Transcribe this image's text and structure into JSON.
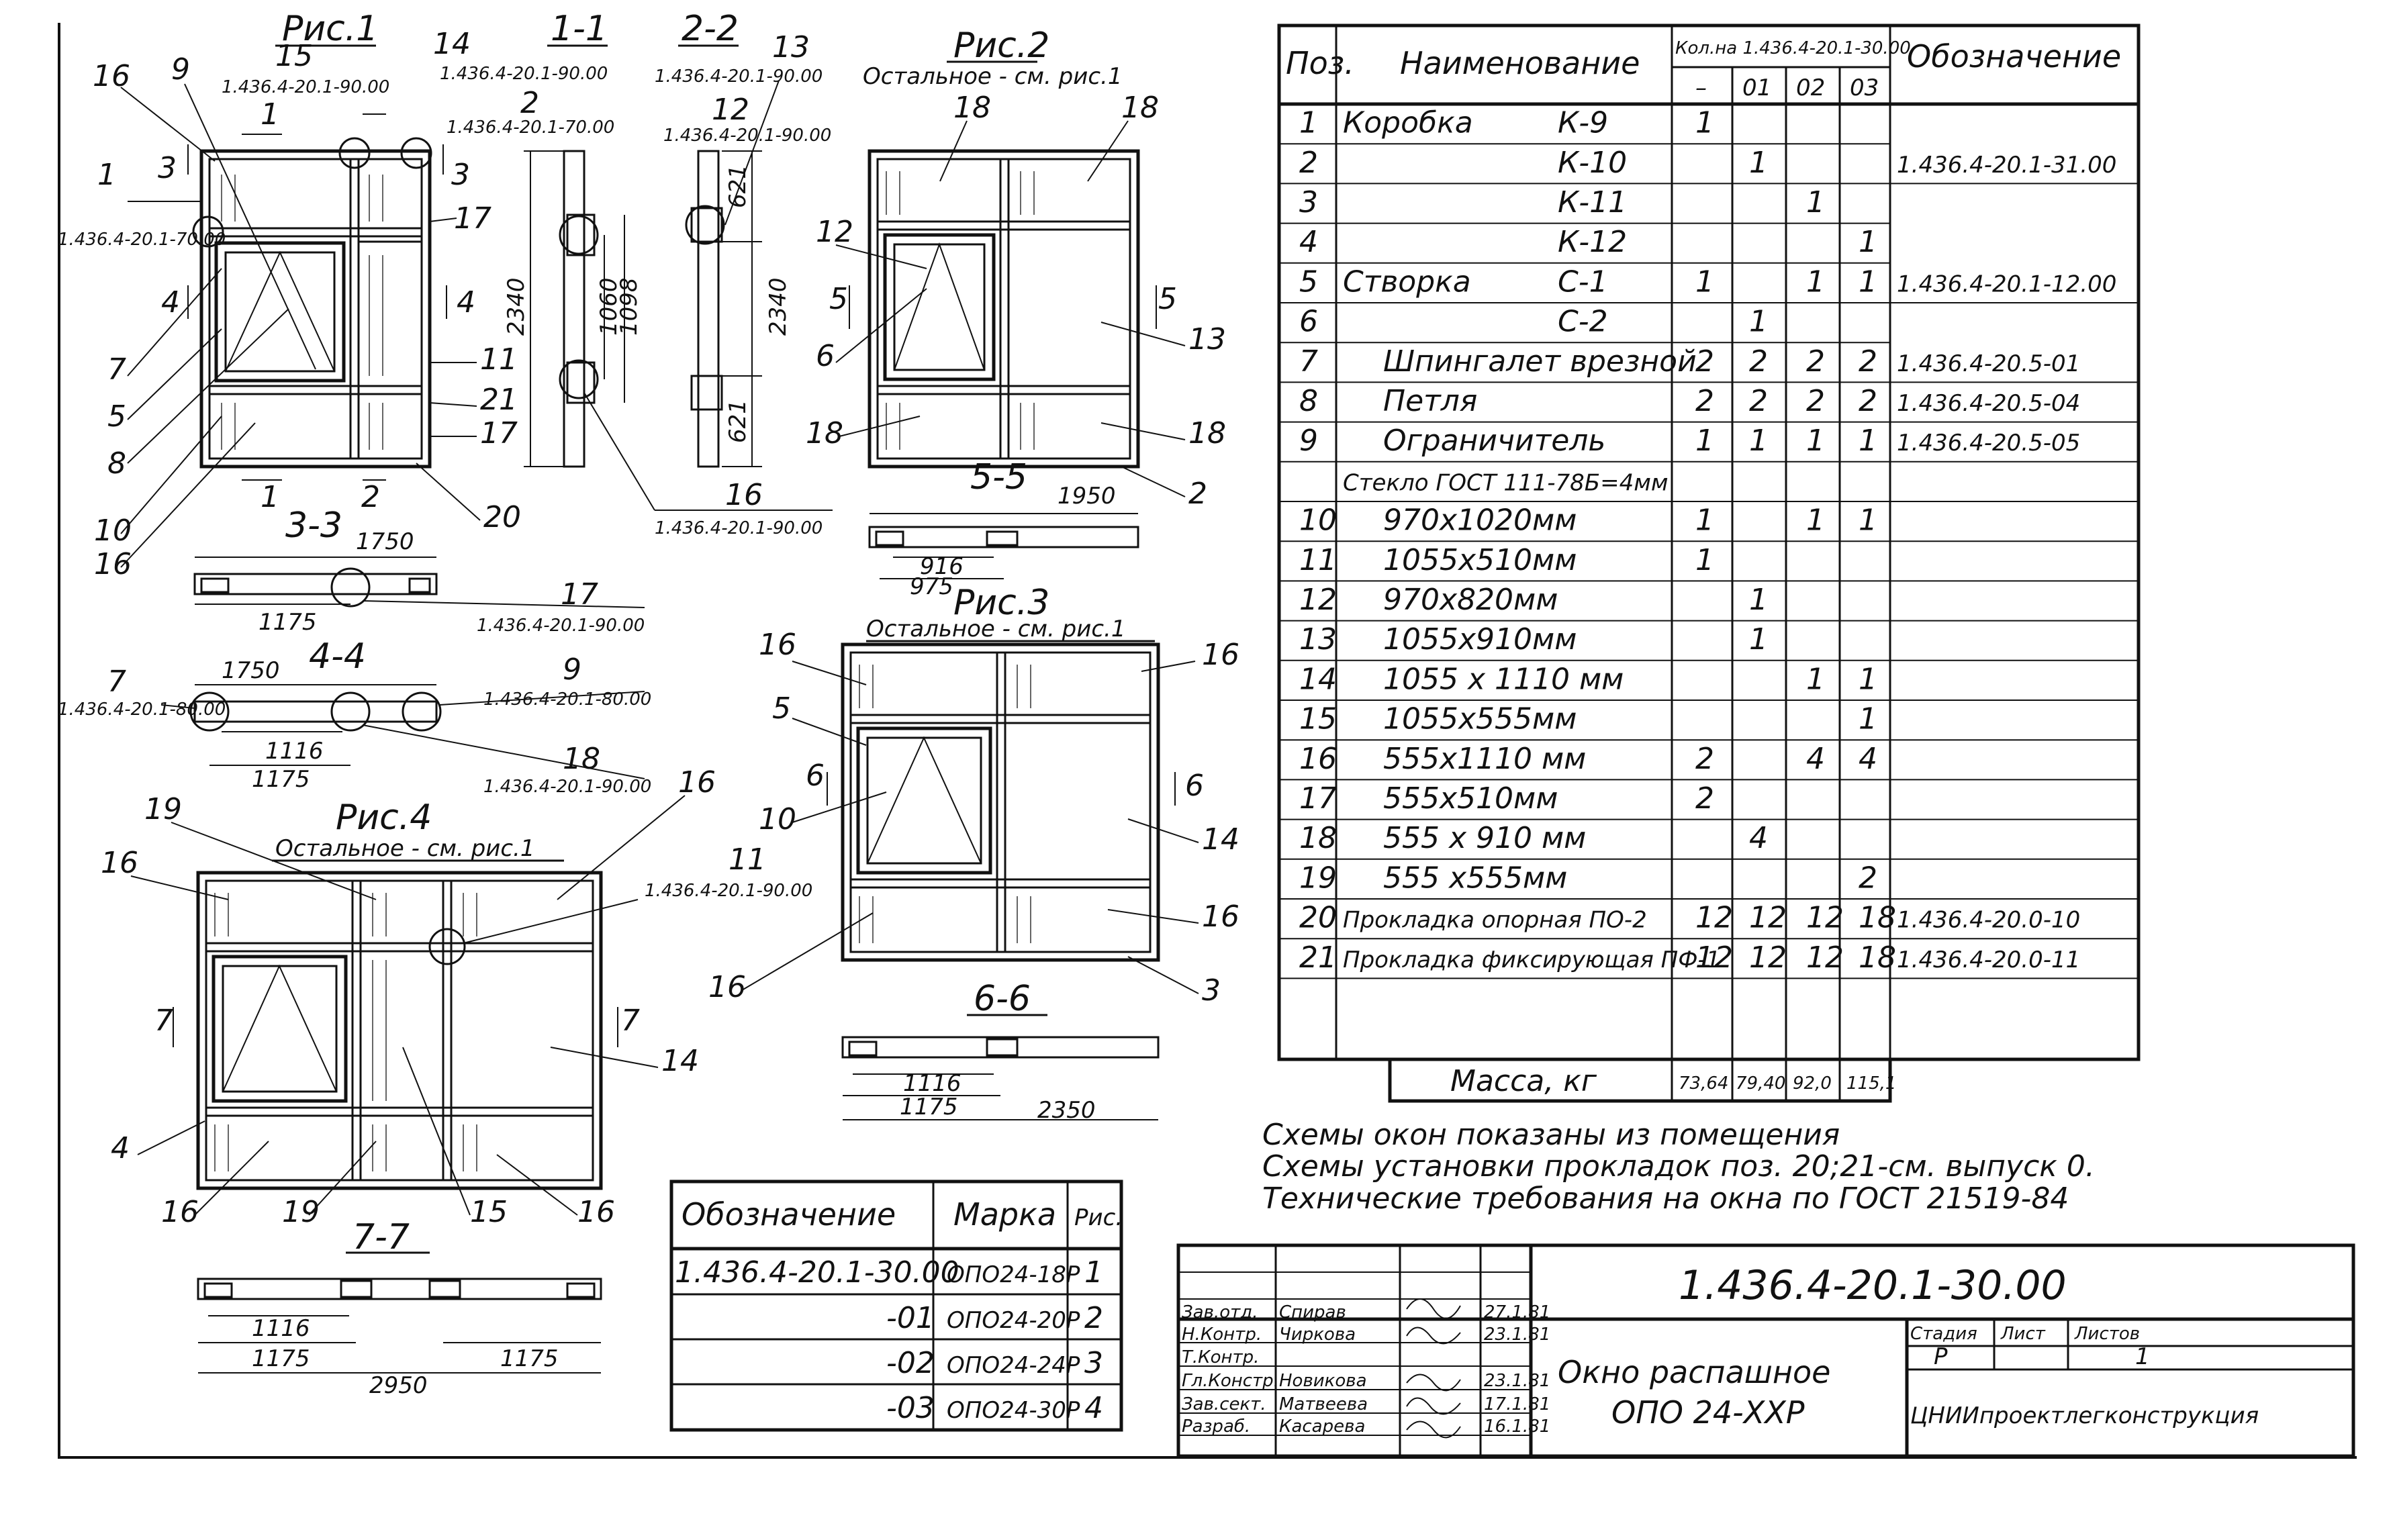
{
  "figures": {
    "fig1": {
      "title": "Рис.1",
      "ref_top": "1.436.4-20.1-90.00",
      "ref_left": "1.436.4-20.1-70.00",
      "ref_mid": "1.436.4-20.1-90.00",
      "ref_2": "1.436.4-20.1-70.00",
      "labels": [
        "16",
        "9",
        "15",
        "14",
        "2",
        "1",
        "3",
        "3",
        "1",
        "17",
        "4",
        "4",
        "7",
        "11",
        "21",
        "5",
        "17",
        "8",
        "10",
        "16",
        "20",
        "2",
        "1"
      ]
    },
    "fig2": {
      "title": "Рис.2",
      "subtitle": "Остальное - см. рис.1",
      "labels": [
        "18",
        "18",
        "12",
        "5",
        "5",
        "6",
        "13",
        "18",
        "18",
        "2"
      ]
    },
    "fig3": {
      "title": "Рис.3",
      "subtitle": "Остальное - см. рис.1",
      "labels": [
        "16",
        "16",
        "5",
        "6",
        "6",
        "10",
        "14",
        "16",
        "16",
        "3"
      ]
    },
    "fig4": {
      "title": "Рис.4",
      "subtitle": "Остальное - см. рис.1",
      "ref": "1.436.4-20.1-90.00",
      "labels": [
        "19",
        "16",
        "16",
        "11",
        "7",
        "7",
        "14",
        "4",
        "16",
        "19",
        "15",
        "16"
      ]
    },
    "sections": {
      "s11": {
        "title": "1-1",
        "dims": [
          "2340",
          "1060",
          "1098"
        ]
      },
      "s22": {
        "title": "2-2",
        "num": "13",
        "ref": "1.436.4-20.1-90.00",
        "num2": "12",
        "ref2": "1.436.4-20.1-90.00",
        "dims": [
          "621",
          "2340",
          "621"
        ],
        "num3": "16",
        "ref3": "1.436.4-20.1-90.00"
      },
      "s33": {
        "title": "3-3",
        "dims": [
          "1750",
          "1175"
        ],
        "num": "17",
        "ref": "1.436.4-20.1-90.00"
      },
      "s44": {
        "title": "4-4",
        "dims": [
          "1750",
          "1116",
          "1175"
        ],
        "num7": "7",
        "ref7": "1.436.4-20.1-80.00",
        "num9": "9",
        "ref9": "1.436.4-20.1-80.00",
        "num18": "18",
        "ref18": "1.436.4-20.1-90.00"
      },
      "s55": {
        "title": "5-5",
        "dims": [
          "1950",
          "916",
          "975"
        ]
      },
      "s66": {
        "title": "6-6",
        "dims": [
          "1116",
          "1175",
          "2350"
        ]
      },
      "s77": {
        "title": "7-7",
        "dims": [
          "1116",
          "1175",
          "2950",
          "1175"
        ]
      }
    }
  },
  "spec_table": {
    "headers": {
      "pos": "Поз.",
      "name": "Наименование",
      "qty": "Кол.на 1.436.4-20.1-30.00",
      "designation": "Обозначение",
      "cols": [
        "–",
        "01",
        "02",
        "03"
      ]
    },
    "rows": [
      {
        "pos": "1",
        "name": "Коробка",
        "mark": "К-9",
        "q": [
          "1",
          "",
          "",
          ""
        ],
        "des": ""
      },
      {
        "pos": "2",
        "name": "",
        "mark": "К-10",
        "q": [
          "",
          "1",
          "",
          ""
        ],
        "des": "1.436.4-20.1-31.00"
      },
      {
        "pos": "3",
        "name": "",
        "mark": "К-11",
        "q": [
          "",
          "",
          "1",
          ""
        ],
        "des": ""
      },
      {
        "pos": "4",
        "name": "",
        "mark": "К-12",
        "q": [
          "",
          "",
          "",
          "1"
        ],
        "des": ""
      },
      {
        "pos": "5",
        "name": "Створка",
        "mark": "С-1",
        "q": [
          "1",
          "",
          "1",
          "1"
        ],
        "des": "1.436.4-20.1-12.00"
      },
      {
        "pos": "6",
        "name": "",
        "mark": "С-2",
        "q": [
          "",
          "1",
          "",
          ""
        ],
        "des": ""
      },
      {
        "pos": "7",
        "name": "Шпингалет врезной",
        "mark": "",
        "q": [
          "2",
          "2",
          "2",
          "2"
        ],
        "des": "1.436.4-20.5-01"
      },
      {
        "pos": "8",
        "name": "Петля",
        "mark": "",
        "q": [
          "2",
          "2",
          "2",
          "2"
        ],
        "des": "1.436.4-20.5-04"
      },
      {
        "pos": "9",
        "name": "Ограничитель",
        "mark": "",
        "q": [
          "1",
          "1",
          "1",
          "1"
        ],
        "des": "1.436.4-20.5-05"
      },
      {
        "pos": "",
        "name": "Стекло ГОСТ 111-78Б=4мм",
        "mark": "",
        "q": [
          "",
          "",
          "",
          ""
        ],
        "des": ""
      },
      {
        "pos": "10",
        "name": "970х1020мм",
        "mark": "",
        "q": [
          "1",
          "",
          "1",
          "1"
        ],
        "des": ""
      },
      {
        "pos": "11",
        "name": "1055х510мм",
        "mark": "",
        "q": [
          "1",
          "",
          "",
          ""
        ],
        "des": ""
      },
      {
        "pos": "12",
        "name": "970х820мм",
        "mark": "",
        "q": [
          "",
          "1",
          "",
          ""
        ],
        "des": ""
      },
      {
        "pos": "13",
        "name": "1055х910мм",
        "mark": "",
        "q": [
          "",
          "1",
          "",
          ""
        ],
        "des": ""
      },
      {
        "pos": "14",
        "name": "1055 х 1110 мм",
        "mark": "",
        "q": [
          "",
          "",
          "1",
          "1"
        ],
        "des": ""
      },
      {
        "pos": "15",
        "name": "1055х555мм",
        "mark": "",
        "q": [
          "",
          "",
          "",
          "1"
        ],
        "des": ""
      },
      {
        "pos": "16",
        "name": "555х1110 мм",
        "mark": "",
        "q": [
          "2",
          "",
          "4",
          "4"
        ],
        "des": ""
      },
      {
        "pos": "17",
        "name": "555х510мм",
        "mark": "",
        "q": [
          "2",
          "",
          "",
          ""
        ],
        "des": ""
      },
      {
        "pos": "18",
        "name": "555 х 910 мм",
        "mark": "",
        "q": [
          "",
          "4",
          "",
          ""
        ],
        "des": ""
      },
      {
        "pos": "19",
        "name": "555 х555мм",
        "mark": "",
        "q": [
          "",
          "",
          "",
          "2"
        ],
        "des": ""
      },
      {
        "pos": "20",
        "name": "Прокладка опорная ПО-2",
        "mark": "",
        "q": [
          "12",
          "12",
          "12",
          "18"
        ],
        "des": "1.436.4-20.0-10"
      },
      {
        "pos": "21",
        "name": "Прокладка фиксирующая ПФ-1",
        "mark": "",
        "q": [
          "12",
          "12",
          "12",
          "18"
        ],
        "des": "1.436.4-20.0-11"
      }
    ],
    "mass_label": "Масса, кг",
    "mass": [
      "73,64",
      "79,40",
      "92,0",
      "115,1"
    ]
  },
  "notes": [
    "Схемы окон показаны из помещения",
    "Схемы установки прокладок поз. 20;21-см. выпуск 0.",
    "Технические требования на окна по ГОСТ 21519-84"
  ],
  "marks_table": {
    "headers": [
      "Обозначение",
      "Марка",
      "Рис."
    ],
    "rows": [
      {
        "des": "1.436.4-20.1-30.00",
        "mark": "ОПО24-18Р",
        "fig": "1"
      },
      {
        "des": "-01",
        "mark": "ОПО24-20Р",
        "fig": "2"
      },
      {
        "des": "-02",
        "mark": "ОПО24-24Р",
        "fig": "3"
      },
      {
        "des": "-03",
        "mark": "ОПО24-30Р",
        "fig": "4"
      }
    ]
  },
  "title_block": {
    "doc_number": "1.436.4-20.1-30.00",
    "title_line1": "Окно распашное",
    "title_line2": "ОПО 24-ХХР",
    "stage_label": "Стадия",
    "sheet_label": "Лист",
    "sheets_label": "Листов",
    "stage": "Р",
    "sheet": "",
    "sheets": "1",
    "org": "ЦНИИпроектлегконструкция",
    "signers": [
      {
        "role": "Зав.отд.",
        "name": "Спирав",
        "date": "27.1.81"
      },
      {
        "role": "Н.Контр.",
        "name": "Чиркова",
        "date": "23.1.81"
      },
      {
        "role": "Т.Контр.",
        "name": "",
        "date": ""
      },
      {
        "role": "Гл.Констр.",
        "name": "Новикова",
        "date": "23.1.81"
      },
      {
        "role": "Зав.сект.",
        "name": "Матвеева",
        "date": "17.1.81"
      },
      {
        "role": "Разраб.",
        "name": "Касарева",
        "date": "16.1.81"
      }
    ]
  }
}
